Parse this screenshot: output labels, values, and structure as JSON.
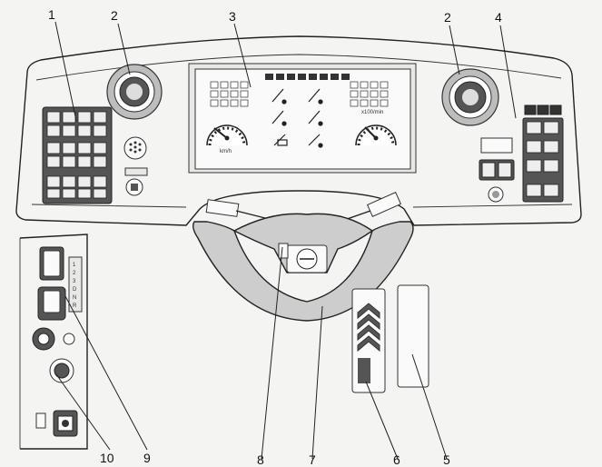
{
  "callouts": [
    {
      "id": "1",
      "label": "1"
    },
    {
      "id": "2a",
      "label": "2"
    },
    {
      "id": "2b",
      "label": "2"
    },
    {
      "id": "3",
      "label": "3"
    },
    {
      "id": "4",
      "label": "4"
    },
    {
      "id": "5",
      "label": "5"
    },
    {
      "id": "6",
      "label": "6"
    },
    {
      "id": "7",
      "label": "7"
    },
    {
      "id": "8",
      "label": "8"
    },
    {
      "id": "9",
      "label": "9"
    },
    {
      "id": "10",
      "label": "10"
    }
  ],
  "gear_selector": [
    "1",
    "2",
    "3",
    "D",
    "N",
    "R"
  ],
  "gauge_labels": {
    "left_small": "km/h",
    "right_small": "x100/min"
  }
}
